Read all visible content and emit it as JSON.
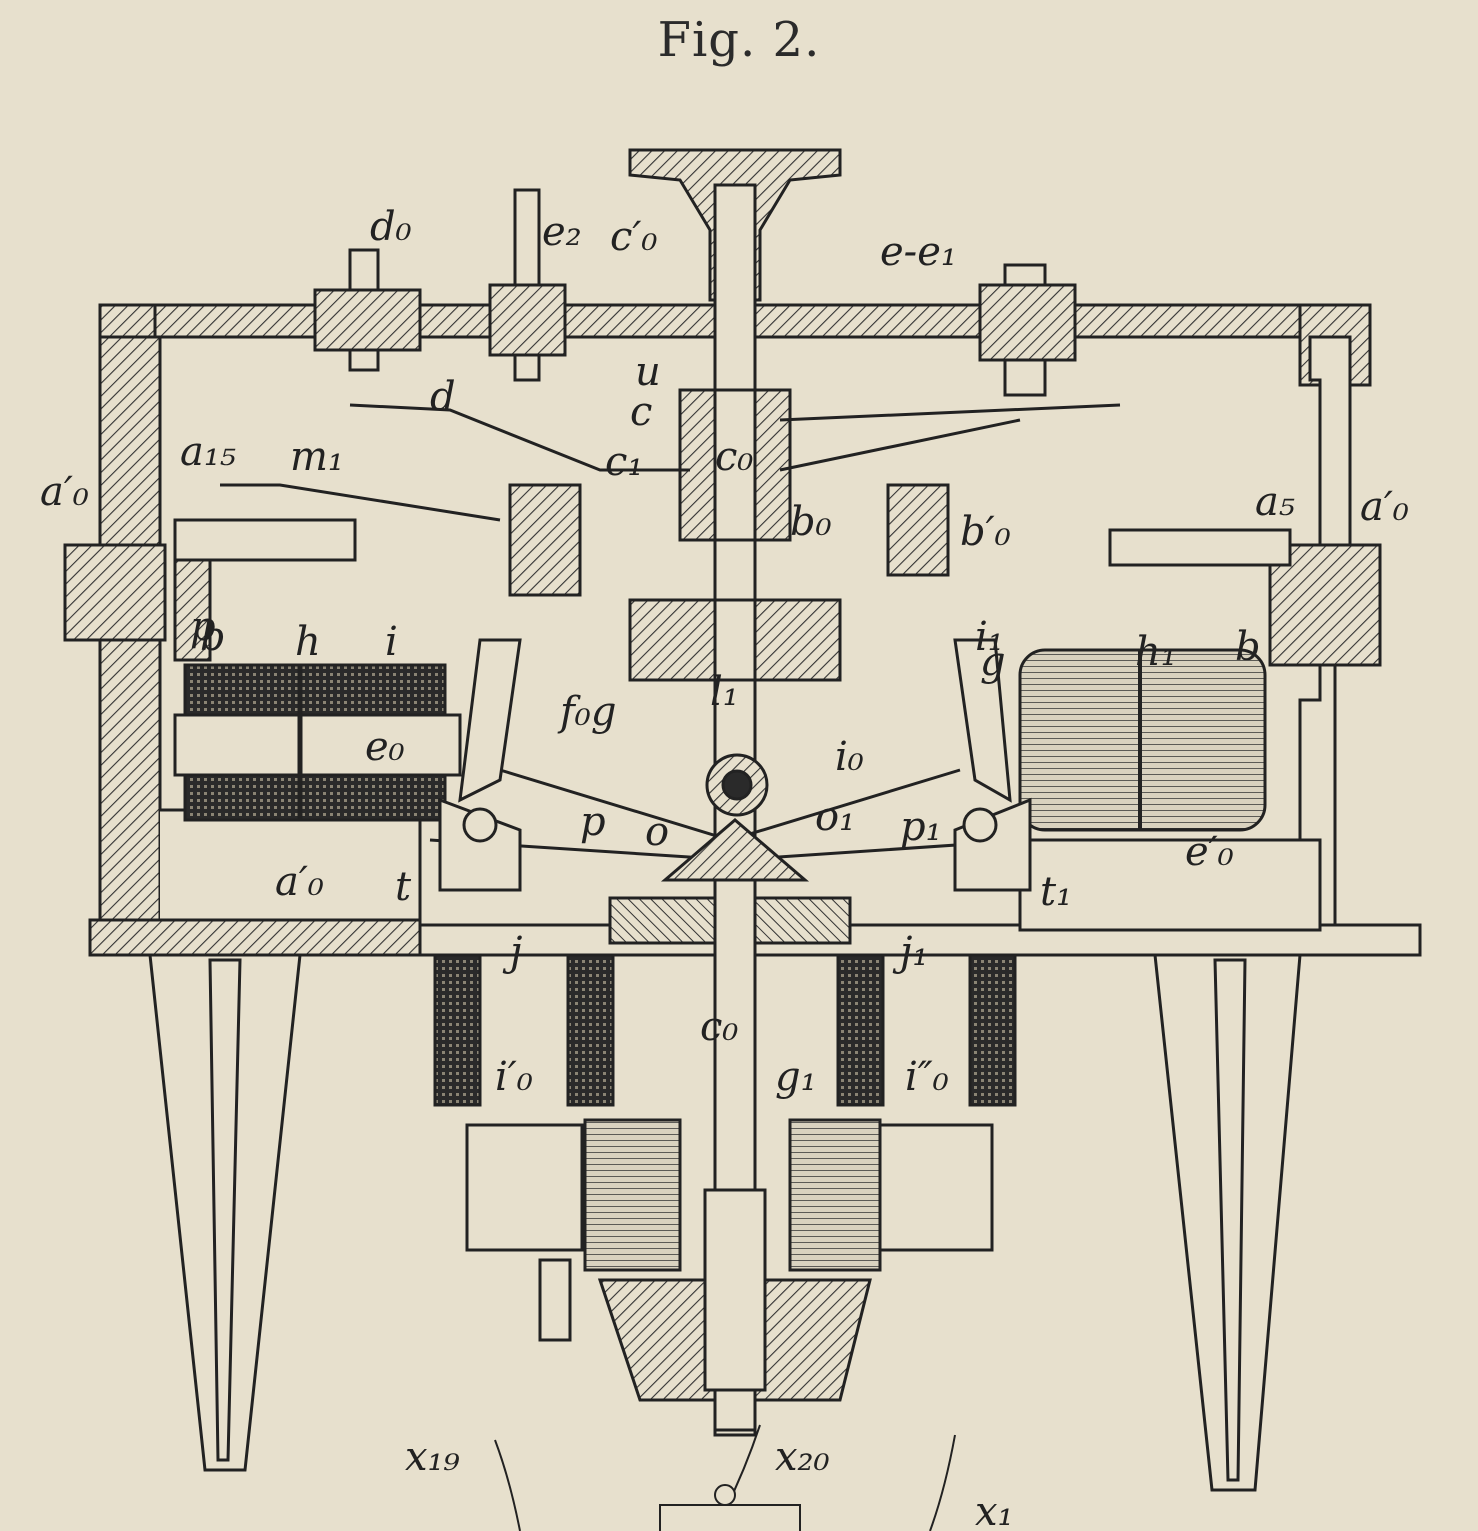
{
  "figure": {
    "title": "Fig. 2."
  },
  "labels": {
    "d0": "d₀",
    "e2": "e₂",
    "c0p": "c′₀",
    "e_e1": "e-e₁",
    "u": "u",
    "c": "c",
    "d": "d",
    "c1": "c₁",
    "c0": "c₀",
    "a15": "a₁₅",
    "m1": "m₁",
    "a0p_left": "a′₀",
    "b0": "b₀",
    "b0p": "b′₀",
    "a5": "a₅",
    "a0p_right": "a′₀",
    "p": "p",
    "b_left": "b",
    "h": "h",
    "i": "i",
    "i1": "i₁",
    "h1": "h₁",
    "b_right": "b",
    "f0g": "f₀g",
    "l1": "l₁",
    "g_right": "g",
    "e0": "e₀",
    "i0": "i₀",
    "p_mid": "p",
    "o": "o",
    "o1": "o₁",
    "p1": "p₁",
    "e0p": "e′₀",
    "a0p_bottom": "a′₀",
    "t": "t",
    "t1": "t₁",
    "j": "j",
    "j1": "j₁",
    "c0_lower": "c₀",
    "i0p": "i′₀",
    "g1": "g₁",
    "i0pp": "i″₀",
    "x19": "x₁₉",
    "x20": "x₂₀",
    "x1": "x₁"
  }
}
